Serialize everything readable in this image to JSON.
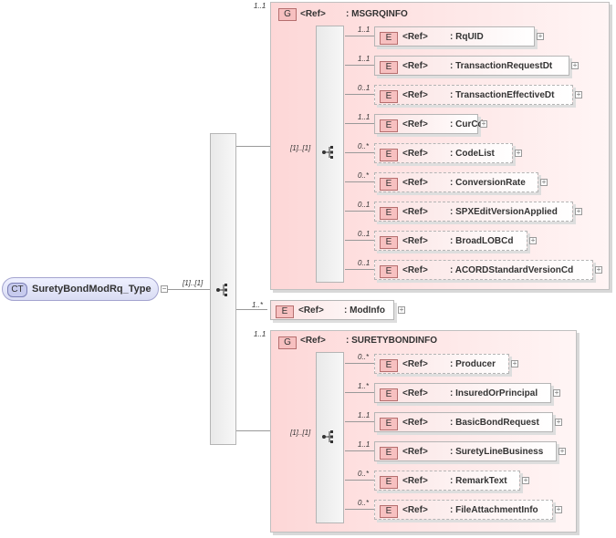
{
  "complex_type": {
    "badge": "CT",
    "name": "SuretyBondModRq_Type",
    "root_cardinality": "[1]..[1]"
  },
  "group_msg": {
    "cardinality": "1..1",
    "badge": "G",
    "ref": "<Ref>",
    "name": ": MSGRQINFO",
    "seq_cardinality": "[1]..[1]",
    "elements": [
      {
        "cardinality": "1..1",
        "badge": "E",
        "ref": "<Ref>",
        "name": ": RqUID"
      },
      {
        "cardinality": "1..1",
        "badge": "E",
        "ref": "<Ref>",
        "name": ": TransactionRequestDt"
      },
      {
        "cardinality": "0..1",
        "badge": "E",
        "ref": "<Ref>",
        "name": ": TransactionEffectiveDt"
      },
      {
        "cardinality": "1..1",
        "badge": "E",
        "ref": "<Ref>",
        "name": ": CurCd"
      },
      {
        "cardinality": "0..*",
        "badge": "E",
        "ref": "<Ref>",
        "name": ": CodeList"
      },
      {
        "cardinality": "0..*",
        "badge": "E",
        "ref": "<Ref>",
        "name": ": ConversionRate"
      },
      {
        "cardinality": "0..1",
        "badge": "E",
        "ref": "<Ref>",
        "name": ": SPXEditVersionApplied"
      },
      {
        "cardinality": "0..1",
        "badge": "E",
        "ref": "<Ref>",
        "name": ": BroadLOBCd"
      },
      {
        "cardinality": "0..1",
        "badge": "E",
        "ref": "<Ref>",
        "name": ": ACORDStandardVersionCd"
      }
    ]
  },
  "mod_info": {
    "cardinality": "1..*",
    "badge": "E",
    "ref": "<Ref>",
    "name": ": ModInfo"
  },
  "group_surety": {
    "cardinality": "1..1",
    "badge": "G",
    "ref": "<Ref>",
    "name": ": SURETYBONDINFO",
    "seq_cardinality": "[1]..[1]",
    "elements": [
      {
        "cardinality": "0..*",
        "badge": "E",
        "ref": "<Ref>",
        "name": ": Producer"
      },
      {
        "cardinality": "1..*",
        "badge": "E",
        "ref": "<Ref>",
        "name": ": InsuredOrPrincipal"
      },
      {
        "cardinality": "1..1",
        "badge": "E",
        "ref": "<Ref>",
        "name": ": BasicBondRequest"
      },
      {
        "cardinality": "1..1",
        "badge": "E",
        "ref": "<Ref>",
        "name": ": SuretyLineBusiness"
      },
      {
        "cardinality": "0..*",
        "badge": "E",
        "ref": "<Ref>",
        "name": ": RemarkText"
      },
      {
        "cardinality": "0..*",
        "badge": "E",
        "ref": "<Ref>",
        "name": ": FileAttachmentInfo"
      }
    ]
  }
}
